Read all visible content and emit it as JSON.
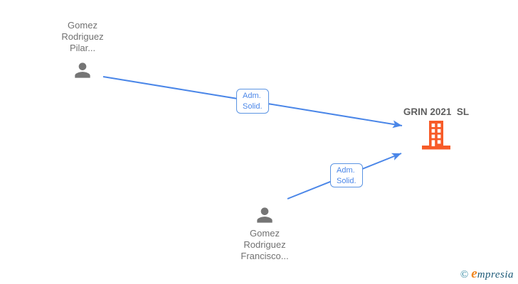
{
  "diagram": {
    "person_top": {
      "line1": "Gomez",
      "line2": "Rodriguez",
      "line3": "Pilar..."
    },
    "person_bottom": {
      "line1": "Gomez",
      "line2": "Rodriguez",
      "line3": "Francisco..."
    },
    "company": {
      "name": "GRIN 2021  SL"
    },
    "edge_top": {
      "label_line1": "Adm.",
      "label_line2": "Solid."
    },
    "edge_bottom": {
      "label_line1": "Adm.",
      "label_line2": "Solid."
    },
    "colors": {
      "edge_blue": "#4a86e8",
      "edge_label_border": "#5b94e3",
      "person_gray": "#717171",
      "person_icon_gray": "#757575",
      "company_text_gray": "#5f5f5f",
      "company_icon_orange": "#f75b28",
      "watermark_teal": "#2e86a0",
      "watermark_navy": "#1d5a78",
      "watermark_orange": "#f0861f"
    }
  },
  "watermark": {
    "copyright_symbol": "©",
    "brand_initial": "e",
    "brand_rest": "mpresia"
  }
}
